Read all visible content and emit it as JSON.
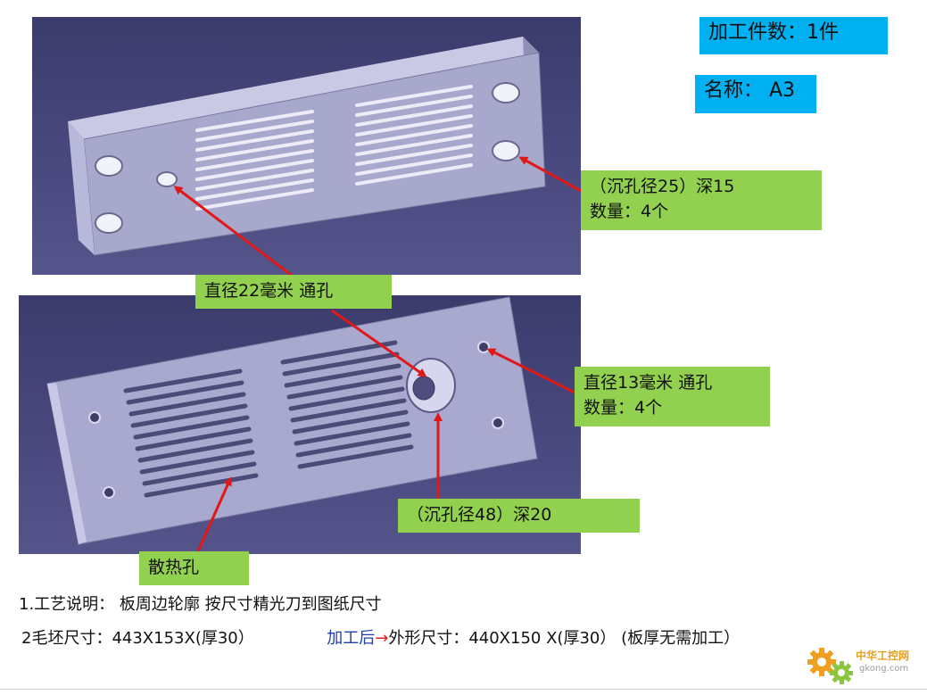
{
  "labels": {
    "quantity": "加工件数：1件",
    "name": "名称：  A3",
    "counterbore_25_line1": "（沉孔径25）深15",
    "counterbore_25_line2": "数量：4个",
    "through_22": "直径22毫米 通孔",
    "through_13_line1": "直径13毫米 通孔",
    "through_13_line2": "数量：4个",
    "counterbore_48": "（沉孔径48）深20",
    "vent_holes": "散热孔"
  },
  "notes": {
    "process": "1.工艺说明：  板周边轮廓 按尺寸精光刀到图纸尺寸",
    "blank_size": "2毛坯尺寸：443X153X(厚30）",
    "after_machining": "加工后",
    "arrow": "→",
    "final_size": "外形尺寸：440X150 X(厚30）",
    "thickness_note": "  (板厚无需加工）"
  },
  "watermark": {
    "name": "中华工控网",
    "url": "gkong.com"
  },
  "colors": {
    "callout_green": "#92d050",
    "title_blue": "#00b0f0",
    "arrow_red": "#e01818",
    "panel_bg": "#44447a"
  }
}
